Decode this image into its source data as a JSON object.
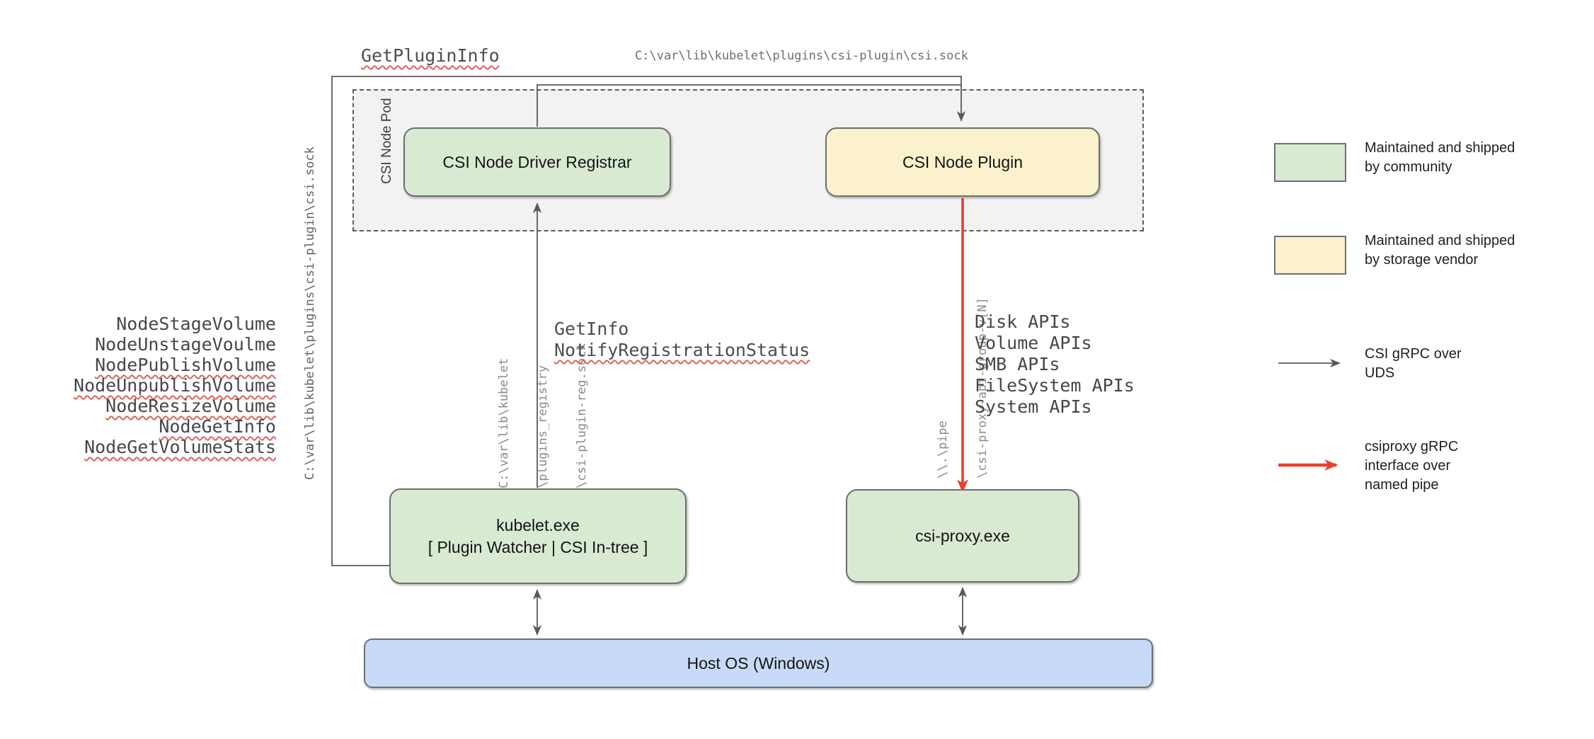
{
  "labels": {
    "get_plugin_info": "GetPluginInfo",
    "csi_sock_path_top": "C:\\var\\lib\\kubelet\\plugins\\csi-plugin\\csi.sock",
    "csi_sock_path_vertical": "C:\\var\\lib\\kubelet\\plugins\\csi-plugin\\csi.sock",
    "get_info": "GetInfo",
    "notify_registration_status": "NotifyRegistrationStatus"
  },
  "node_methods": [
    {
      "label": "NodeStageVolume",
      "misspelled": false
    },
    {
      "label": "NodeUnstageVoulme",
      "misspelled": false
    },
    {
      "label": "NodePublishVolume",
      "misspelled": true
    },
    {
      "label": "NodeUnpublishVolume",
      "misspelled": true
    },
    {
      "label": "NodeResizeVolume",
      "misspelled": true
    },
    {
      "label": "NodeGetInfo",
      "misspelled": true
    },
    {
      "label": "NodeGetVolumeStats",
      "misspelled": true
    }
  ],
  "registry_path_lines": [
    "C:\\var\\lib\\kubelet",
    "\\plugins_registry",
    "\\csi-plugin-reg.sock"
  ],
  "pipe_path_lines": [
    "\\\\.\\pipe",
    "\\csi-proxy-api-group-v[N]"
  ],
  "api_list": [
    "Disk APIs",
    "Volume APIs",
    "SMB APIs",
    "FileSystem APIs",
    "System APIs"
  ],
  "boxes": {
    "pod_label": "CSI Node Pod",
    "registrar": "CSI Node Driver Registrar",
    "plugin": "CSI Node Plugin",
    "kubelet_lines": [
      "kubelet.exe",
      "[ Plugin Watcher | CSI In-tree ]"
    ],
    "csi_proxy": "csi-proxy.exe",
    "host_os": "Host OS (Windows)"
  },
  "legend": [
    {
      "kind": "swatch-green",
      "lines": [
        "Maintained and shipped",
        "by community"
      ]
    },
    {
      "kind": "swatch-yellow",
      "lines": [
        "Maintained and shipped",
        "by storage vendor"
      ]
    },
    {
      "kind": "arrow-gray",
      "lines": [
        "CSI gRPC over",
        "UDS"
      ]
    },
    {
      "kind": "arrow-red",
      "lines": [
        "csiproxy gRPC",
        "interface over",
        "named pipe"
      ]
    }
  ],
  "colors": {
    "community_green": "#d9ead3",
    "vendor_yellow": "#fbf1cd",
    "host_blue": "#c9daf8",
    "arrow_red": "#e8402c",
    "line_gray": "#595959",
    "squiggle_red": "#e0635a"
  }
}
